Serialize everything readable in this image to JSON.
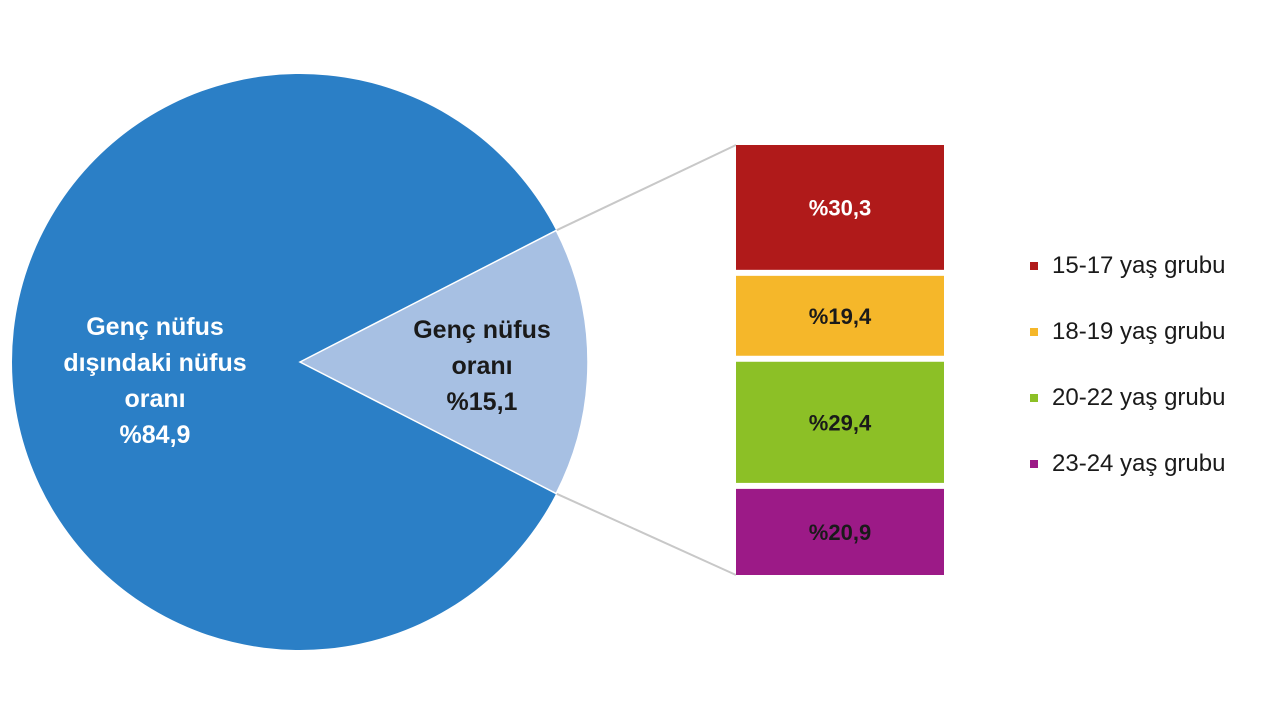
{
  "chart_data": {
    "type": "pie",
    "subtype": "pie-of-bar",
    "pie": {
      "slices": [
        {
          "label_lines": [
            "Genç nüfus",
            "dışındaki nüfus",
            "oranı"
          ],
          "value_text": "%84,9",
          "value": 84.9,
          "color": "#2b7fc6",
          "text_color": "#ffffff"
        },
        {
          "label_lines": [
            "Genç nüfus",
            "oranı"
          ],
          "value_text": "%15,1",
          "value": 15.1,
          "color": "#a7c0e3",
          "text_color": "#1a1a1a"
        }
      ]
    },
    "breakdown": {
      "type": "stacked-bar",
      "segments": [
        {
          "category": "15-17 yaş grubu",
          "value": 30.3,
          "value_text": "%30,3",
          "color": "#b01a1a",
          "text_color": "#ffffff"
        },
        {
          "category": "18-19 yaş grubu",
          "value": 19.4,
          "value_text": "%19,4",
          "color": "#f5b72a",
          "text_color": "#1a1a1a"
        },
        {
          "category": "20-22 yaş grubu",
          "value": 29.4,
          "value_text": "%29,4",
          "color": "#8cc026",
          "text_color": "#1a1a1a"
        },
        {
          "category": "23-24 yaş grubu",
          "value": 20.9,
          "value_text": "%20,9",
          "color": "#9c1a87",
          "text_color": "#1a1a1a"
        }
      ]
    },
    "legend": {
      "position": "right",
      "items": [
        {
          "label": "15-17 yaş grubu",
          "color": "#b01a1a"
        },
        {
          "label": "18-19 yaş grubu",
          "color": "#f5b72a"
        },
        {
          "label": "20-22 yaş grubu",
          "color": "#8cc026"
        },
        {
          "label": "23-24 yaş grubu",
          "color": "#9c1a87"
        }
      ]
    },
    "connector_color": "#c8c8c8"
  }
}
